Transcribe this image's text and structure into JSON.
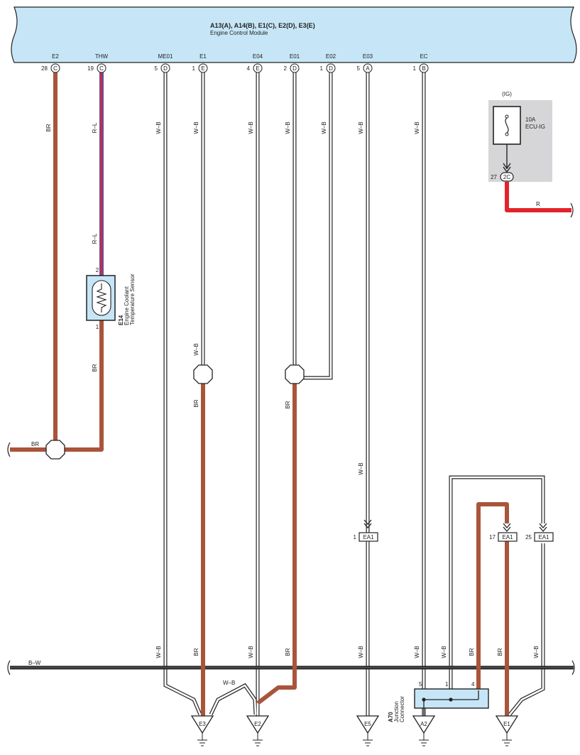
{
  "ecm": {
    "title": "A13(A), A14(B), E1(C), E2(D), E3(E)",
    "subtitle": "Engine Control Module",
    "pins": [
      {
        "name": "E2",
        "num": "28",
        "conn": "C"
      },
      {
        "name": "THW",
        "num": "19",
        "conn": "C"
      },
      {
        "name": "ME01",
        "num": "5",
        "conn": "D"
      },
      {
        "name": "E1",
        "num": "1",
        "conn": "E"
      },
      {
        "name": "E04",
        "num": "4",
        "conn": "E"
      },
      {
        "name": "E01",
        "num": "2",
        "conn": "D"
      },
      {
        "name": "E02",
        "num": "1",
        "conn": "D"
      },
      {
        "name": "E03",
        "num": "5",
        "conn": "A"
      },
      {
        "name": "EC",
        "num": "1",
        "conn": "B"
      }
    ]
  },
  "fuse": {
    "group": "(IG)",
    "rating": "10A",
    "name": "ECU-IG",
    "pin": "27",
    "conn": "2C"
  },
  "wire_colors": {
    "br": "BR",
    "rl": "R–L",
    "wb": "W–B",
    "bw": "B–W",
    "r": "R"
  },
  "sensor": {
    "id": "E14",
    "name_line1": "Engine Coolant",
    "name_line2": "Temperature Sensor",
    "pin_top": "2",
    "pin_bottom": "1"
  },
  "junction": {
    "id": "A70",
    "name_line1": "Junction",
    "name_line2": "Connector",
    "pins": [
      "5",
      "1",
      "4"
    ]
  },
  "ea1_connectors": [
    {
      "pin": "1",
      "label": "EA1"
    },
    {
      "pin": "17",
      "label": "EA1"
    },
    {
      "pin": "25",
      "label": "EA1"
    }
  ],
  "grounds": [
    "E3",
    "E2",
    "E5",
    "A2",
    "E1"
  ],
  "colors": {
    "brown": "#A9553A",
    "red": "#E3232B",
    "blue_fill": "#C6E6F7",
    "fuse_bg": "#D6D6D8",
    "line": "#222222"
  }
}
